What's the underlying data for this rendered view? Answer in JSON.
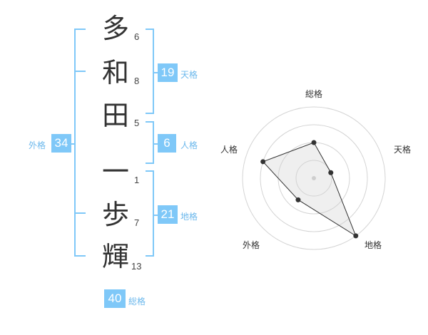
{
  "name_chars": [
    {
      "char": "多",
      "strokes": "6"
    },
    {
      "char": "和",
      "strokes": "8"
    },
    {
      "char": "田",
      "strokes": "5"
    },
    {
      "char": "一",
      "strokes": "1"
    },
    {
      "char": "歩",
      "strokes": "7"
    },
    {
      "char": "輝",
      "strokes": "13"
    }
  ],
  "fortune": {
    "tenkaku": {
      "value": "19",
      "label": "天格"
    },
    "jinkaku": {
      "value": "6",
      "label": "人格"
    },
    "chikaku": {
      "value": "21",
      "label": "地格"
    },
    "gaikaku": {
      "value": "34",
      "label": "外格"
    },
    "soukaku": {
      "value": "40",
      "label": "総格"
    }
  },
  "colors": {
    "accent": "#7fc8f8",
    "text": "#333333"
  },
  "chart_data": {
    "type": "radar",
    "axes": [
      "総格",
      "天格",
      "地格",
      "外格",
      "人格"
    ],
    "values": [
      2,
      1,
      4,
      1.5,
      3
    ],
    "max": 4
  }
}
